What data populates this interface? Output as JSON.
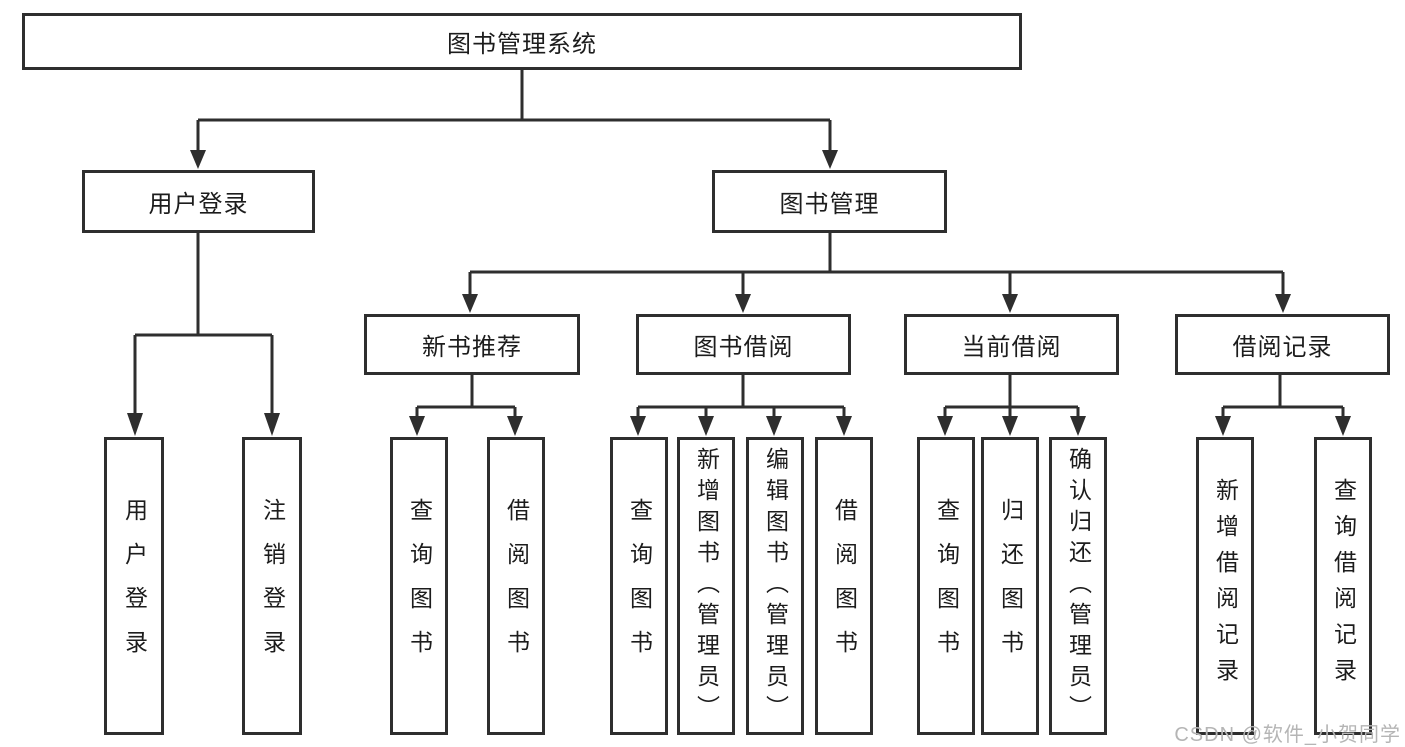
{
  "diagram": {
    "root": {
      "label": "图书管理系统"
    },
    "level2": [
      {
        "label": "用户登录",
        "children": [
          {
            "label": "用户登录"
          },
          {
            "label": "注销登录"
          }
        ]
      },
      {
        "label": "图书管理",
        "children": [
          {
            "label": "新书推荐",
            "children": [
              {
                "label": "查询图书"
              },
              {
                "label": "借阅图书"
              }
            ]
          },
          {
            "label": "图书借阅",
            "children": [
              {
                "label": "查询图书"
              },
              {
                "label": "新增图书（管理员）"
              },
              {
                "label": "编辑图书（管理员）"
              },
              {
                "label": "借阅图书"
              }
            ]
          },
          {
            "label": "当前借阅",
            "children": [
              {
                "label": "查询图书"
              },
              {
                "label": "归还图书"
              },
              {
                "label": "确认归还（管理员）"
              }
            ]
          },
          {
            "label": "借阅记录",
            "children": [
              {
                "label": "新增借阅记录"
              },
              {
                "label": "查询借阅记录"
              }
            ]
          }
        ]
      }
    ]
  },
  "watermark": {
    "text": "CSDN @软件_小贺同学"
  },
  "colors": {
    "line": "#2e2e2e",
    "text": "#1c1c1c",
    "background": "#ffffff",
    "watermark": "#b5b5b5"
  }
}
